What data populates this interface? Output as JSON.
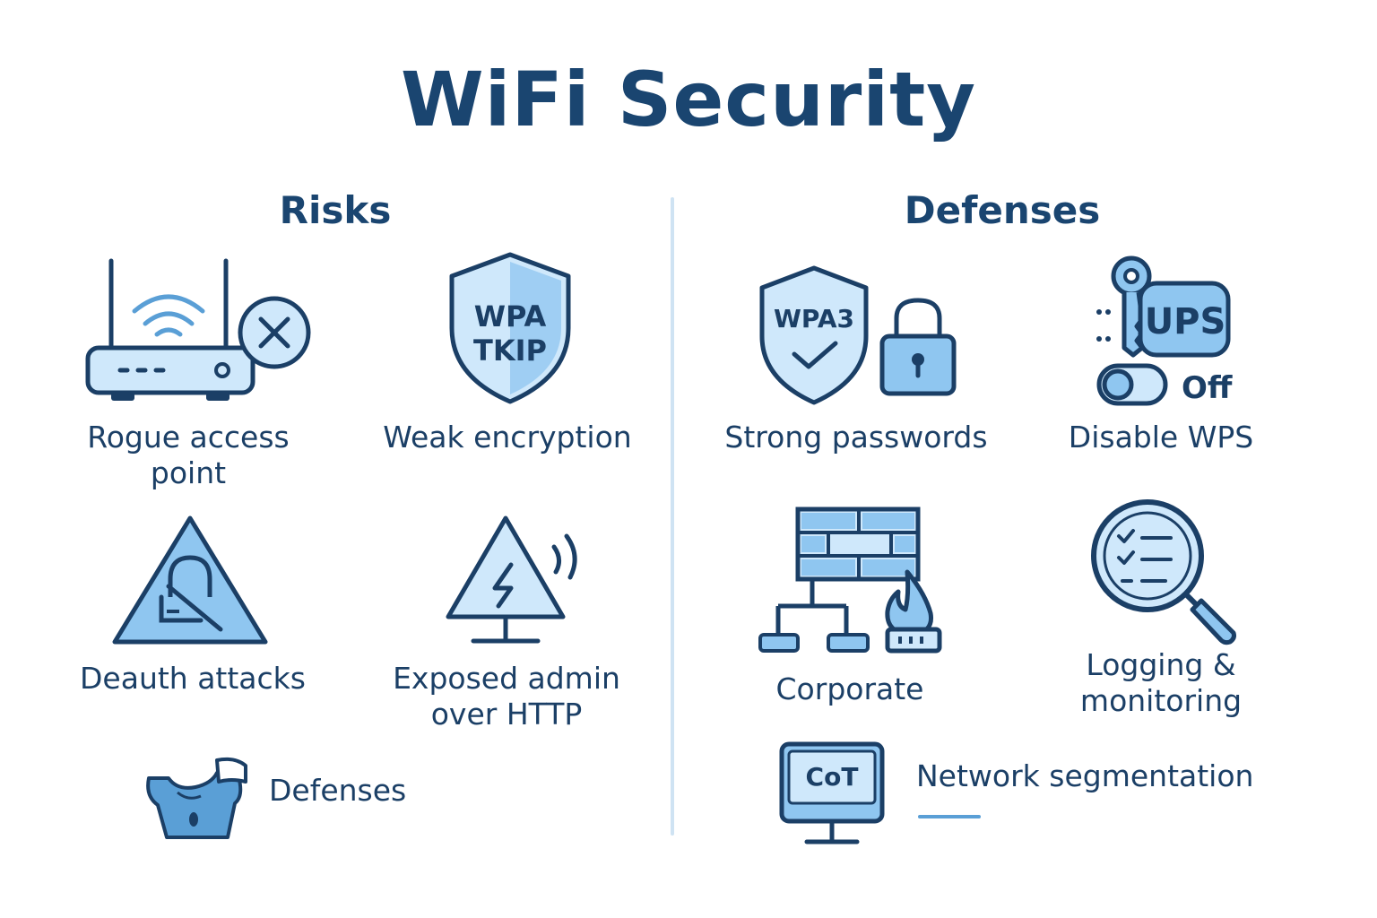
{
  "title": "WiFi Security",
  "risks": {
    "heading": "Risks",
    "items": [
      {
        "label": "Rogue access point",
        "icon": "router-with-x-icon"
      },
      {
        "label": "Weak encryption",
        "icon": "shield-icon",
        "icon_text": [
          "WPA",
          "TKIP"
        ]
      },
      {
        "label": "Deauth attacks",
        "icon": "warning-triangle-icon"
      },
      {
        "label": "Exposed admin over HTTP",
        "icon": "warning-sign-lightning-icon"
      }
    ],
    "extra": {
      "label": "Defenses",
      "icon": "mascot-icon"
    }
  },
  "defenses": {
    "heading": "Defenses",
    "items": [
      {
        "label": "Strong passwords",
        "icon": "shield-lock-icon",
        "icon_text": "WPA3"
      },
      {
        "label": "Disable WPS",
        "icon": "key-toggle-icon",
        "icon_text": "UPS",
        "toggle_text": "Off"
      },
      {
        "label": "Corporate",
        "icon": "firewall-icon"
      },
      {
        "label": "Logging & monitoring",
        "icon": "magnifier-checklist-icon"
      },
      {
        "label": "Network segmentation",
        "icon": "monitor-icon",
        "icon_text": "CoT"
      }
    ]
  },
  "colors": {
    "title": "#1a4570",
    "stroke": "#1b3f66",
    "fill_light": "#cfe8fb",
    "fill_mid": "#8fc6f0",
    "divider": "#cfe3f3",
    "accent_underline": "#5a9fd6"
  }
}
